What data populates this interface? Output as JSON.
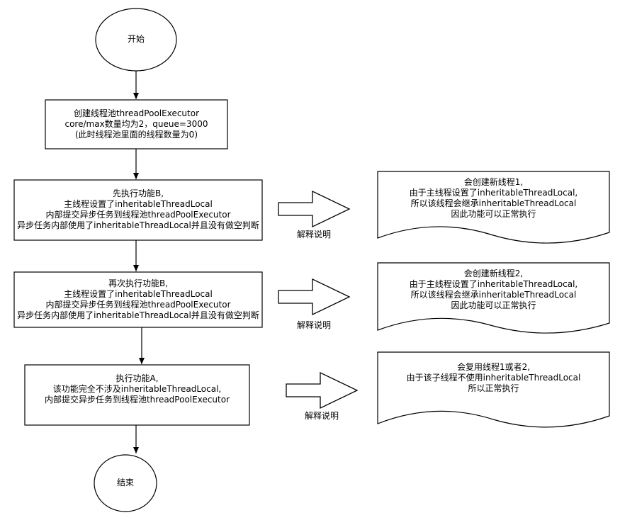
{
  "start": "开始",
  "end": "结束",
  "steps": [
    {
      "lines": [
        "创建线程池threadPoolExecutor",
        "core/max数量均为2，queue=3000",
        "(此时线程池里面的线程数量为0)"
      ]
    },
    {
      "lines": [
        "先执行功能B,",
        "主线程设置了inheritableThreadLocal",
        "内部提交异步任务到线程池threadPoolExecutor",
        "异步任务内部使用了inheritableThreadLocal并且没有做空判断"
      ]
    },
    {
      "lines": [
        "再次执行功能B,",
        "主线程设置了inheritableThreadLocal",
        "内部提交异步任务到线程池threadPoolExecutor",
        "异步任务内部使用了inheritableThreadLocal并且没有做空判断"
      ]
    },
    {
      "lines": [
        "执行功能A,",
        "该功能完全不涉及inheritableThreadLocal,",
        "内部提交异步任务到线程池threadPoolExecutor"
      ]
    }
  ],
  "explanations": [
    {
      "caption": "解释说明",
      "lines": [
        "会创建新线程1,",
        "由于主线程设置了inheritableThreadLocal,",
        "所以该线程会继承inheritableThreadLocal",
        "因此功能可以正常执行"
      ]
    },
    {
      "caption": "解释说明",
      "lines": [
        "会创建新线程2,",
        "由于主线程设置了inheritableThreadLocal,",
        "所以该线程会继承inheritableThreadLocal",
        "因此功能可以正常执行"
      ]
    },
    {
      "caption": "解释说明",
      "lines": [
        "会复用线程1或者2,",
        "由于该子线程不使用inheritableThreadLocal",
        "所以正常执行"
      ]
    }
  ]
}
